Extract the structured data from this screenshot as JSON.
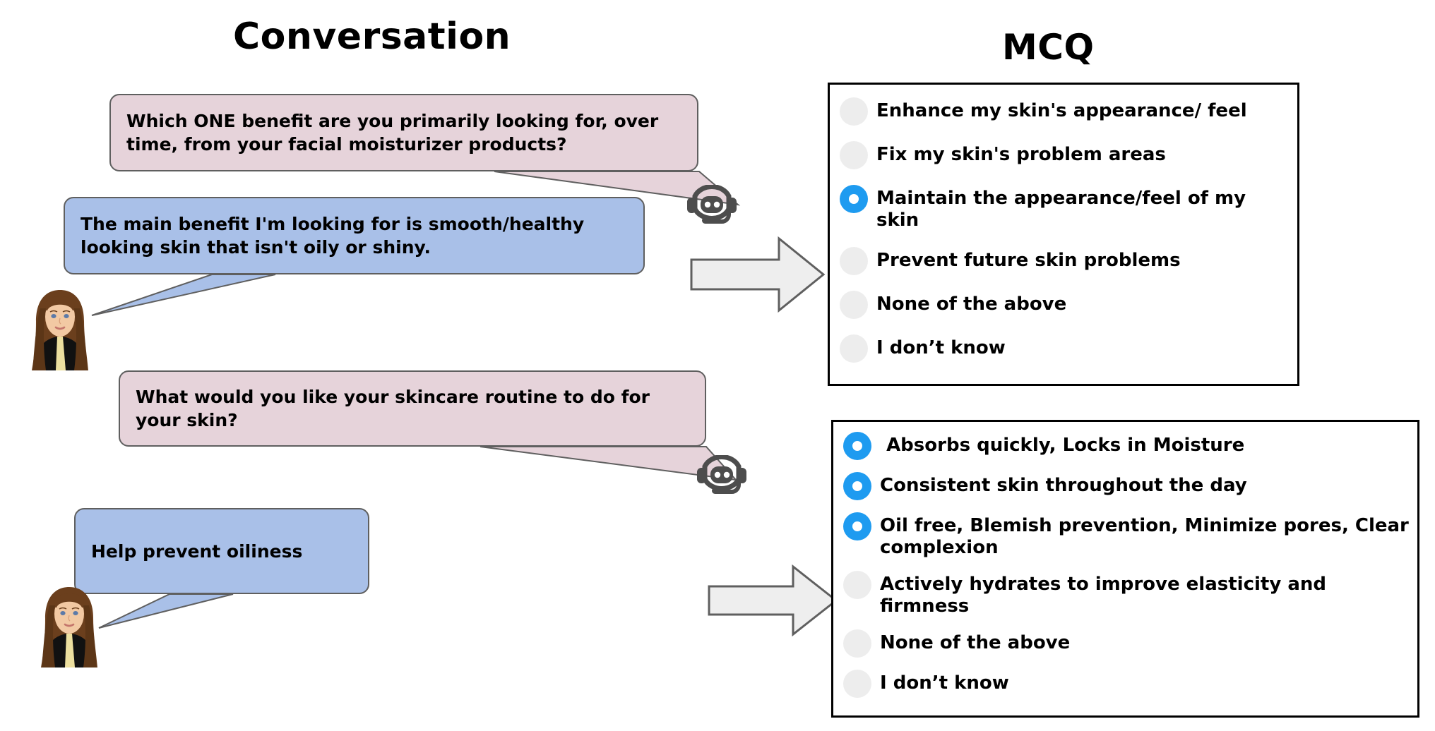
{
  "titles": {
    "left": "Conversation",
    "right": "MCQ"
  },
  "colors": {
    "bot_bubble": "#e6d3da",
    "user_bubble": "#a9c0e8",
    "bubble_border": "#5f5f5f",
    "radio_selected": "#1e9bf0",
    "radio_unselected": "#ededed",
    "arrow_fill": "#eeeeee",
    "arrow_stroke": "#5f5f5f",
    "box_border": "#000000",
    "bot_icon": "#4d4d4d"
  },
  "conversation": [
    {
      "speaker": "bot",
      "icon": "chatbot-headset-icon",
      "text": "Which ONE benefit are you primarily looking for, over time, from your facial moisturizer products?"
    },
    {
      "speaker": "user",
      "icon": "woman-avatar",
      "text": "The main benefit I'm looking for is smooth/healthy looking skin that isn't oily or shiny."
    },
    {
      "speaker": "bot",
      "icon": "chatbot-headset-icon",
      "text": "What would you like your skincare routine to do for your skin?"
    },
    {
      "speaker": "user",
      "icon": "woman-avatar",
      "text": "Help prevent oiliness"
    }
  ],
  "mcq": [
    {
      "options": [
        {
          "label": "Enhance my skin's appearance/ feel",
          "selected": false
        },
        {
          "label": "Fix my skin's problem areas",
          "selected": false
        },
        {
          "label": "Maintain the appearance/feel of my skin",
          "selected": true
        },
        {
          "label": "Prevent future skin problems",
          "selected": false
        },
        {
          "label": "None of the above",
          "selected": false
        },
        {
          "label": "I don’t know",
          "selected": false
        }
      ]
    },
    {
      "options": [
        {
          "label": " Absorbs quickly, Locks in Moisture",
          "selected": true
        },
        {
          "label": "Consistent skin throughout the day",
          "selected": true
        },
        {
          "label": "Oil free, Blemish prevention, Minimize pores, Clear complexion",
          "selected": true
        },
        {
          "label": "Actively hydrates to improve elasticity and firmness",
          "selected": false
        },
        {
          "label": "None of the above",
          "selected": false
        },
        {
          "label": "I don’t know",
          "selected": false
        }
      ]
    }
  ]
}
